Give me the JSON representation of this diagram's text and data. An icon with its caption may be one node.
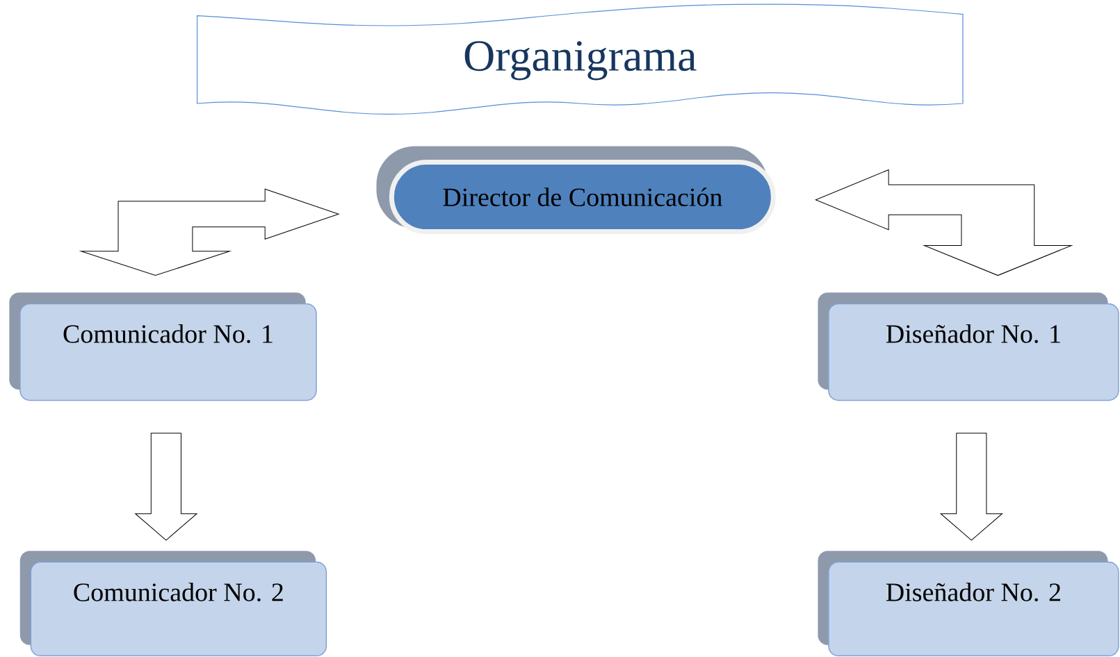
{
  "diagram": {
    "nodes": [
      {
        "text": [
          "Organigrama"
        ]
      },
      {
        "text": [
          "Director de Comunicación"
        ]
      },
      {
        "text": [
          "Comunicador No. 1"
        ]
      },
      {
        "text": [
          "Comunicador No. 2"
        ]
      },
      {
        "text": [
          "Diseñador No. 1"
        ]
      },
      {
        "text": [
          "Diseñador No. 2"
        ]
      }
    ],
    "edges": [
      {
        "from": 1,
        "to": 2,
        "arrow": "both"
      },
      {
        "from": 1,
        "to": 4,
        "arrow": "both"
      },
      {
        "from": 2,
        "to": 3,
        "arrow": "to"
      },
      {
        "from": 4,
        "to": 5,
        "arrow": "to"
      }
    ]
  }
}
